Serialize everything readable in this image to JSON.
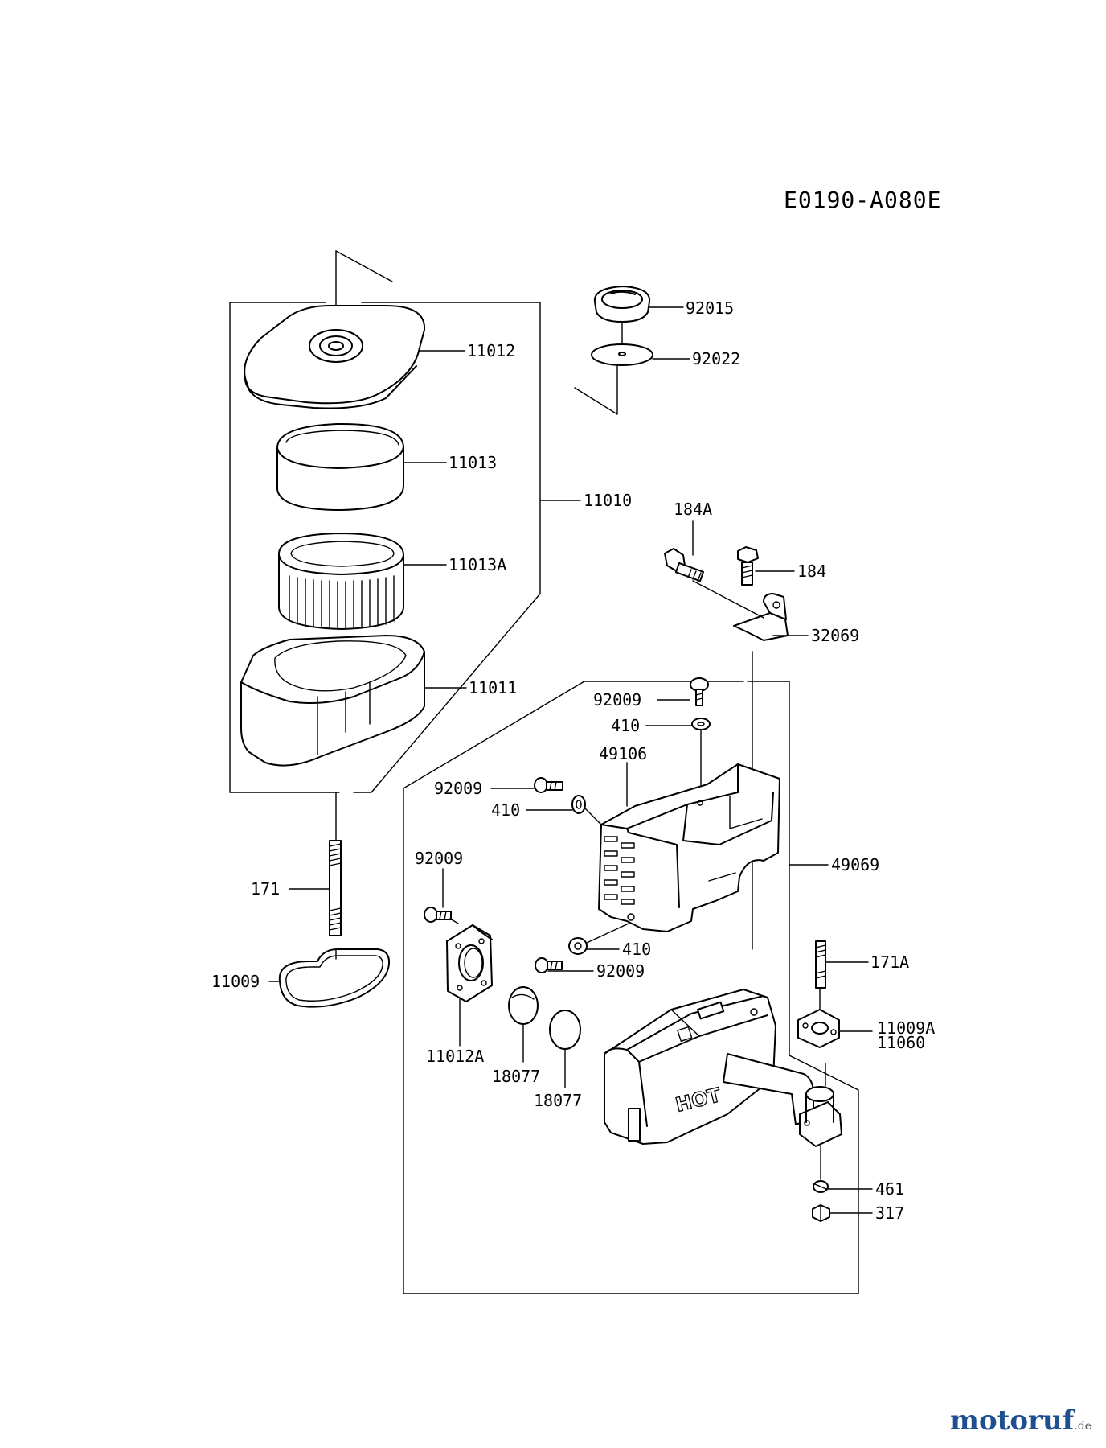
{
  "diagram_code": "E0190-A080E",
  "labels": {
    "l92015": "92015",
    "l92022": "92022",
    "l11012": "11012",
    "l11013": "11013",
    "l11010": "11010",
    "l11013A": "11013A",
    "l11011": "11011",
    "l184A": "184A",
    "l184": "184",
    "l32069": "32069",
    "l92009a": "92009",
    "l410a": "410",
    "l49106": "49106",
    "l92009b": "92009",
    "l410b": "410",
    "l49069": "49069",
    "l92009c": "92009",
    "l171": "171",
    "l410c": "410",
    "l92009d": "92009",
    "l171A": "171A",
    "l11009": "11009",
    "l11009A": "11009A",
    "l11060": "11060",
    "l11012A": "11012A",
    "l18077a": "18077",
    "l18077b": "18077",
    "l461": "461",
    "l317": "317"
  },
  "muffler_text": "HOT",
  "watermark": {
    "brand": "motoruf",
    "tld": ".de",
    "color": "#1f4f8f"
  }
}
